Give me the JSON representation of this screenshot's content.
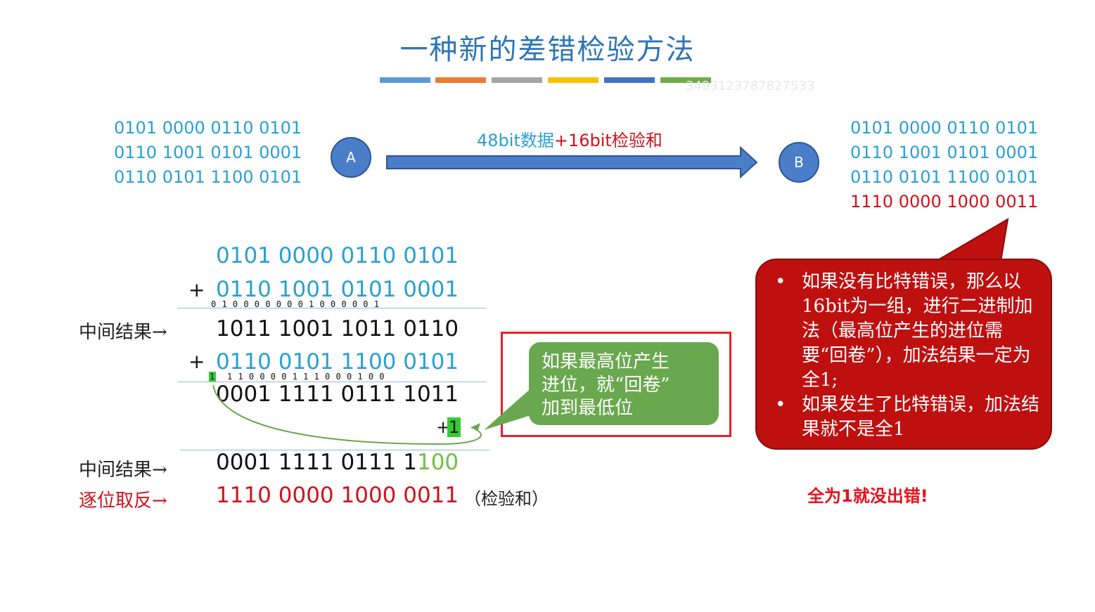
{
  "title": "一种新的差错检验方法",
  "watermark": "3493123787827533",
  "color_bars": [
    "#5b9bd5",
    "#ed7d31",
    "#a5a5a5",
    "#ffc000",
    "#4472c4",
    "#70ad47"
  ],
  "sender": {
    "node_label": "A",
    "lines": [
      "0101 0000 0110 0101",
      "0110 1001 0101 0001",
      "0110 0101 1100 0101"
    ]
  },
  "transfer": {
    "part1": "48bit数据",
    "part2": "+16bit检验和"
  },
  "receiver": {
    "node_label": "B",
    "lines": [
      "0101 0000 0110 0101",
      "0110 1001 0101 0001",
      "0110 0101 1100 0101"
    ],
    "checksum": "1110 0000 1000 0011"
  },
  "calc": {
    "line1": "0101 0000 0110 0101",
    "plus1": "+",
    "line2": "0110 1001 0101 0001",
    "carry1": "0 1 0 0  0 0 0 0  0 1 0 0 0  0 0 1",
    "mid_label_1": "中间结果→",
    "mid1": "1011 1001 1011 0110",
    "plus2": "+",
    "line3": "0110 0101 1100 0101",
    "carry2_hi": "1",
    "carry2": "1 1 0  0 0 0 1  1 1 0 0 0  1 0 0",
    "sum2": "0001 1111 0111 1011",
    "plus_one_sign": "+",
    "plus_one": "1",
    "mid_label_2": "中间结果→",
    "mid2_main": "0001 1111 0111 1",
    "mid2_tail": "100",
    "inv_label": "逐位取反→",
    "inv": "1110 0000 1000 0011",
    "inv_note": "（检验和）"
  },
  "green_callout": [
    "如果最高位产生",
    "进位，就“回卷”",
    "加到最低位"
  ],
  "red_callout": {
    "bullet": "•",
    "items": [
      "如果没有比特错误，那么以16bit为一组，进行二进制加法（最高位产生的进位需要“回卷”），加法结果一定为全1;",
      "如果发生了比特错误，加法结果就不是全1"
    ]
  },
  "conclusion": "全为1就没出错!",
  "colors": {
    "blue": "#2aa0d2",
    "red": "#d0121b",
    "green": "#6aa84f",
    "dark_red": "#bf1010"
  }
}
